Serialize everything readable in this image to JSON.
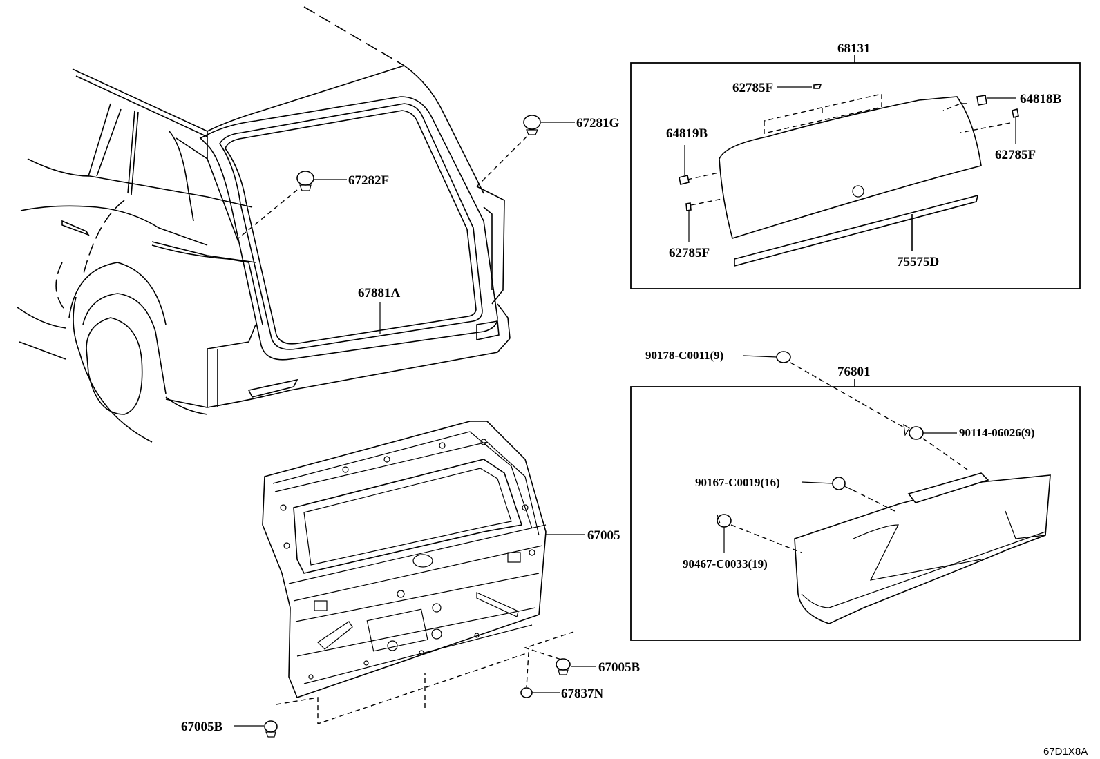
{
  "labels": {
    "p68131": "68131",
    "p62785F_top": "62785F",
    "p64818B": "64818B",
    "p64819B": "64819B",
    "p62785F_right": "62785F",
    "p62785F_left": "62785F",
    "p75575D": "75575D",
    "p67281G": "67281G",
    "p67282F": "67282F",
    "p67881A": "67881A",
    "p90178": "90178-C0011(9)",
    "p76801": "76801",
    "p90114": "90114-06026(9)",
    "p90167": "90167-C0019(16)",
    "p90467": "90467-C0033(19)",
    "p67005": "67005",
    "p67005B_right": "67005B",
    "p67837N": "67837N",
    "p67005B_left": "67005B"
  },
  "diagram_code": "67D1X8A"
}
